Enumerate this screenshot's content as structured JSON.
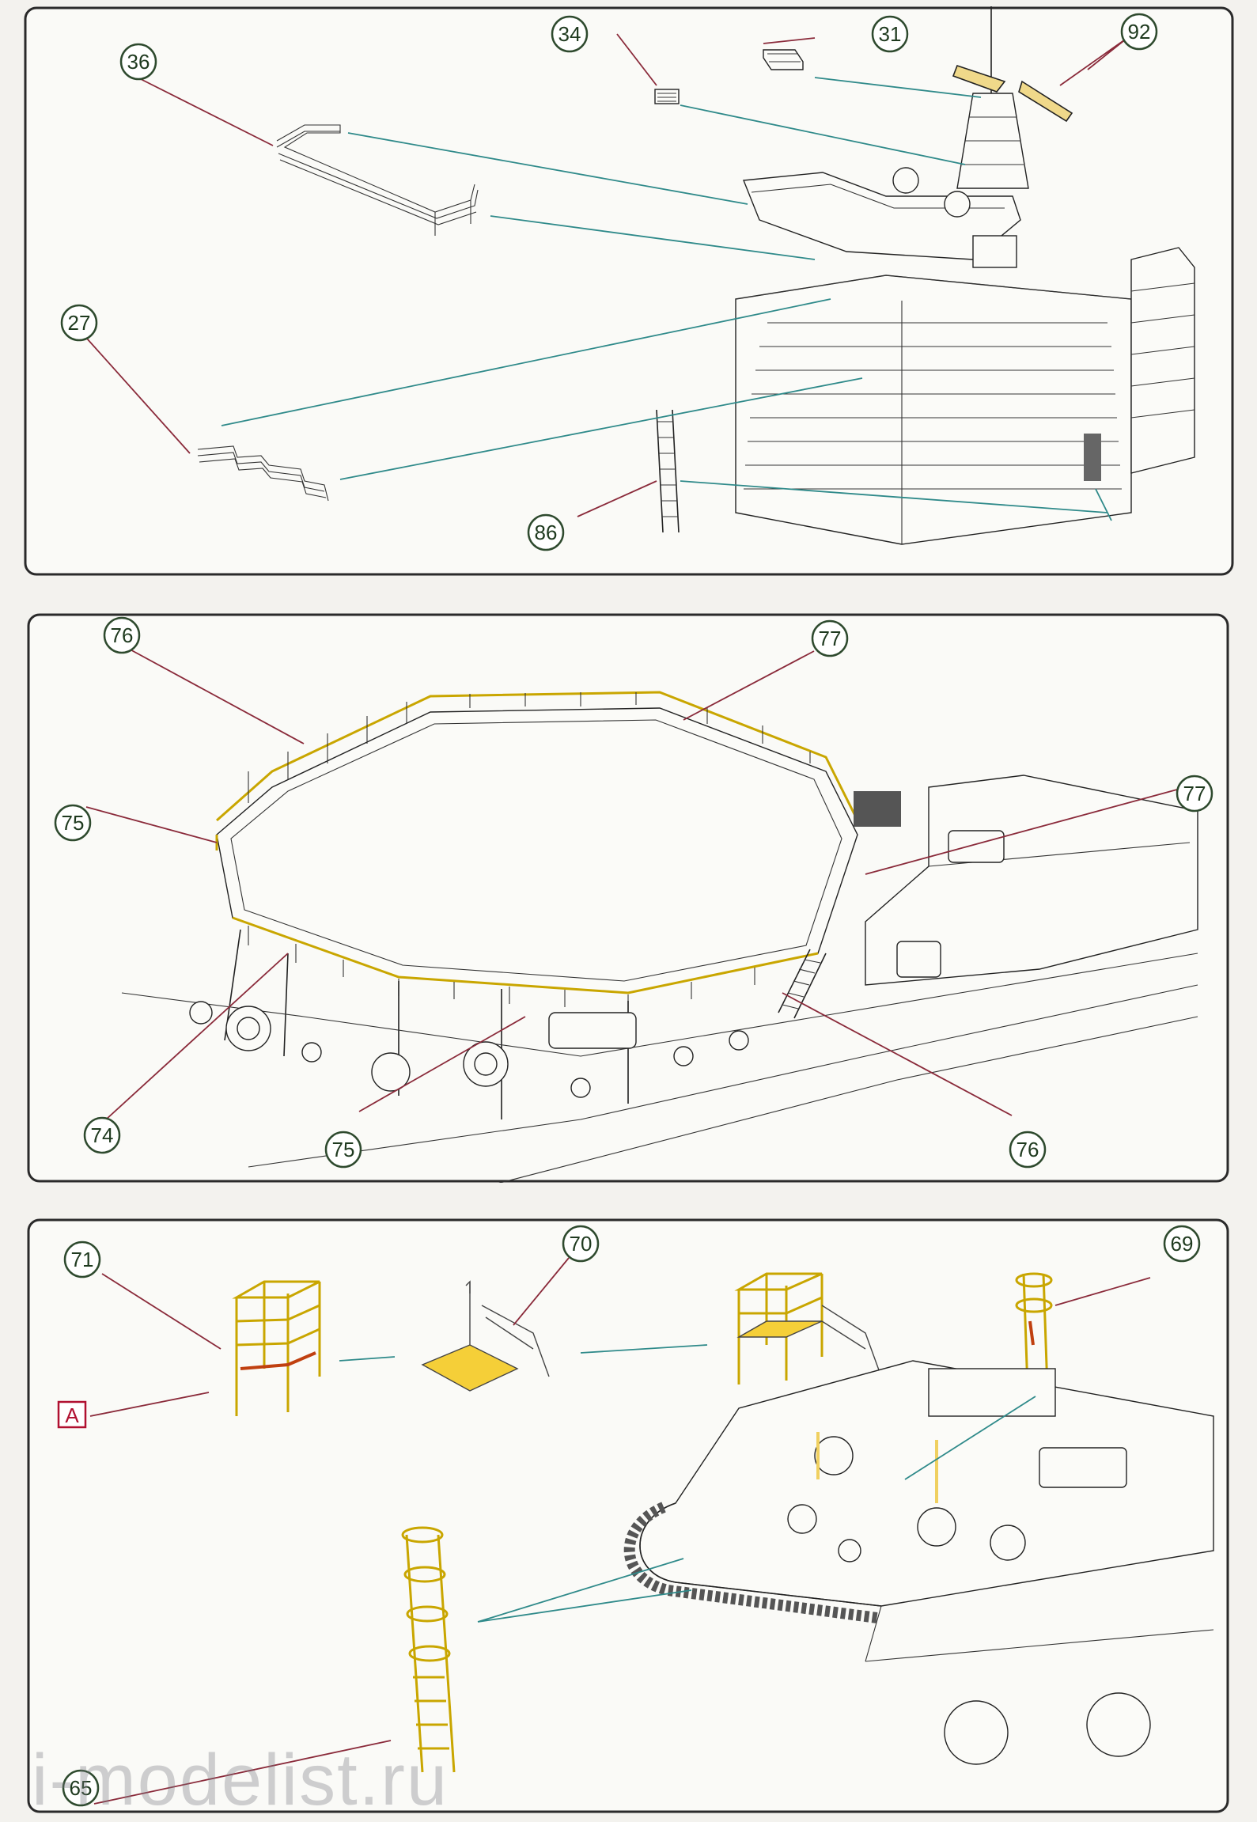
{
  "panels": [
    {
      "id": "top",
      "callouts": [
        "36",
        "34",
        "31",
        "92",
        "27",
        "86"
      ]
    },
    {
      "id": "middle",
      "callouts": [
        "76",
        "77",
        "77",
        "75",
        "74",
        "75",
        "76"
      ]
    },
    {
      "id": "bottom",
      "callouts": [
        "71",
        "70",
        "69",
        "65"
      ],
      "sublabel": "A"
    }
  ],
  "callouts": {
    "c36": "36",
    "c34": "34",
    "c31": "31",
    "c92": "92",
    "c27": "27",
    "c86": "86",
    "c76a": "76",
    "c77a": "77",
    "c77b": "77",
    "c75a": "75",
    "c74": "74",
    "c75b": "75",
    "c76b": "76",
    "c71": "71",
    "c70": "70",
    "c69": "69",
    "c65": "65",
    "labelA": "A"
  },
  "watermark": "i-modelist.ru",
  "colors": {
    "leader": "#2f8a8a",
    "pointer": "#8a2a3a",
    "photo_etch": "#f5cf38",
    "label_A": "#b01030"
  }
}
